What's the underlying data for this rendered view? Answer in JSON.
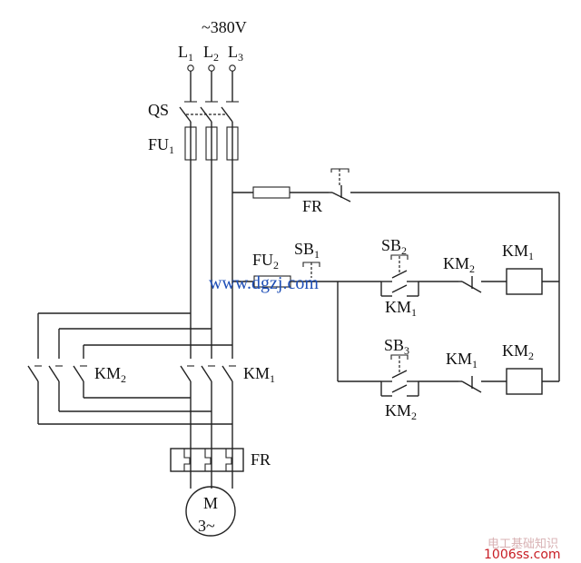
{
  "supply": {
    "voltage": "~380V",
    "phases": [
      {
        "letter": "L",
        "sub": "1"
      },
      {
        "letter": "L",
        "sub": "2"
      },
      {
        "letter": "L",
        "sub": "3"
      }
    ]
  },
  "main_circuit": {
    "isolator": "QS",
    "main_fuses": {
      "name": "FU",
      "sub": "1"
    },
    "contactor_left": {
      "name": "KM",
      "sub": "2"
    },
    "contactor_right": {
      "name": "KM",
      "sub": "1"
    },
    "overload_relay": "FR",
    "motor": {
      "line1": "M",
      "line2": "3~"
    }
  },
  "control_circuit": {
    "overload_contact": "FR",
    "control_fuse": {
      "name": "FU",
      "sub": "2"
    },
    "stop_button": {
      "name": "SB",
      "sub": "1"
    },
    "forward_button": {
      "name": "SB",
      "sub": "2"
    },
    "forward_hold": {
      "name": "KM",
      "sub": "1"
    },
    "forward_interlock": {
      "name": "KM",
      "sub": "2"
    },
    "forward_coil": {
      "name": "KM",
      "sub": "1"
    },
    "reverse_button": {
      "name": "SB",
      "sub": "3"
    },
    "reverse_hold": {
      "name": "KM",
      "sub": "2"
    },
    "reverse_interlock": {
      "name": "KM",
      "sub": "1"
    },
    "reverse_coil": {
      "name": "KM",
      "sub": "2"
    }
  },
  "watermark": "www.dgzj.com",
  "corner": {
    "site_cn": "电工基础知识",
    "domain": "1006ss.com"
  },
  "colors": {
    "line": "#222222",
    "watermark": "#1f4fb7",
    "corner_domain": "#c81d24"
  }
}
